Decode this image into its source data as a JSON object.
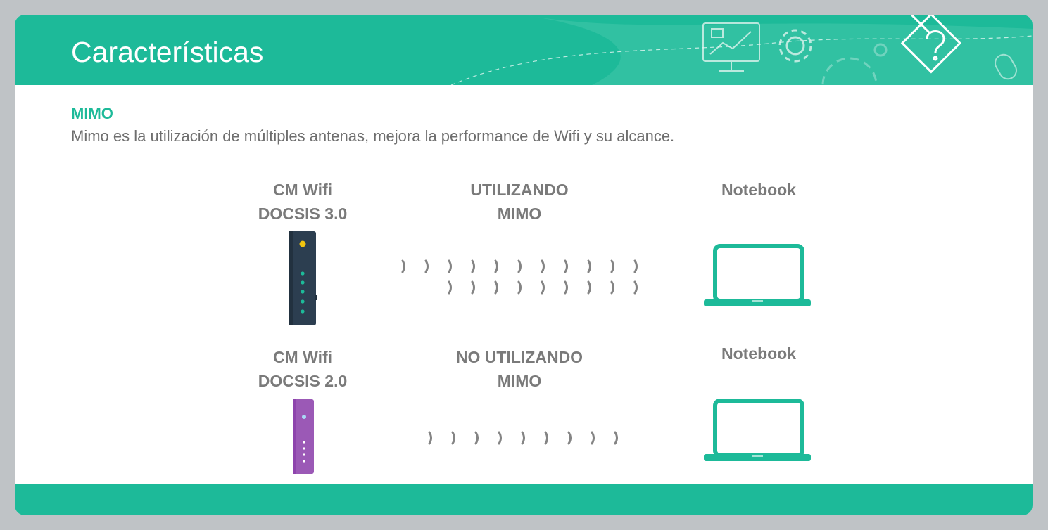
{
  "header": {
    "title": "Características"
  },
  "section": {
    "title": "MIMO",
    "description": "Mimo es la utilización de múltiples antenas, mejora la performance de Wifi y su alcance."
  },
  "rows": [
    {
      "modem_line1": "CM Wifi",
      "modem_line2": "DOCSIS 3.0",
      "mode_line1": "UTILIZANDO",
      "mode_line2": "MIMO",
      "device_label": "Notebook"
    },
    {
      "modem_line1": "CM Wifi",
      "modem_line2": "DOCSIS 2.0",
      "mode_line1": "NO UTILIZANDO",
      "mode_line2": "MIMO",
      "device_label": "Notebook"
    }
  ],
  "colors": {
    "accent": "#1dba99",
    "modem_docsis3": "#2c3e50",
    "modem_docsis2": "#9b59b6",
    "text_gray": "#7a7a7a"
  },
  "icons": [
    "monitor-chart-icon",
    "gear-icon",
    "pencil-question-icon",
    "mouse-icon"
  ]
}
